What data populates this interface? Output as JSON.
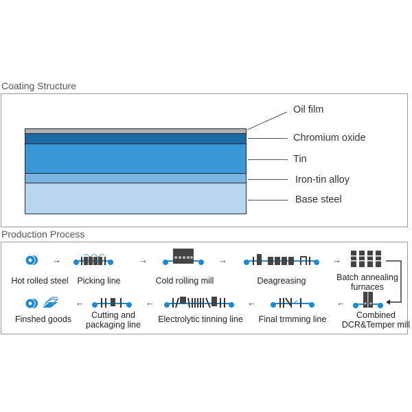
{
  "coating": {
    "title": "Coating Structure",
    "layers": [
      {
        "name": "Oil film",
        "color": "#b0b0b0"
      },
      {
        "name": "Chromium oxide",
        "color": "#1a6aa6"
      },
      {
        "name": "Tin",
        "color": "#3a98d8"
      },
      {
        "name": "Iron-tin alloy",
        "color": "#7ab4e2"
      },
      {
        "name": "Base steel",
        "color": "#b8d6ef"
      }
    ]
  },
  "process": {
    "title": "Production Process",
    "accent_color": "#1e88d0",
    "steps": [
      {
        "label": "Hot rolled steel",
        "icon": "coil-icon"
      },
      {
        "label": "Picking line",
        "icon": "pickling-line-icon"
      },
      {
        "label": "Cold rolling mill",
        "icon": "cold-rolling-mill-icon"
      },
      {
        "label": "Deagreasing",
        "icon": "degreasing-line-icon"
      },
      {
        "label": "Batch annealing",
        "label2": "furnaces",
        "icon": "annealing-furnace-icon"
      },
      {
        "label": "Combined",
        "label2": "DCR&Temper mill",
        "icon": "temper-mill-icon"
      },
      {
        "label": "Final trmming line",
        "icon": "trimming-line-icon"
      },
      {
        "label": "Electrolytic tinning line",
        "icon": "tinning-line-icon"
      },
      {
        "label": "Cutting and",
        "label2": "packaging line",
        "icon": "cutting-line-icon"
      },
      {
        "label": "Finshed goods",
        "icon": "finished-goods-icon"
      }
    ],
    "arrow_right": "→",
    "arrow_left": "←"
  }
}
